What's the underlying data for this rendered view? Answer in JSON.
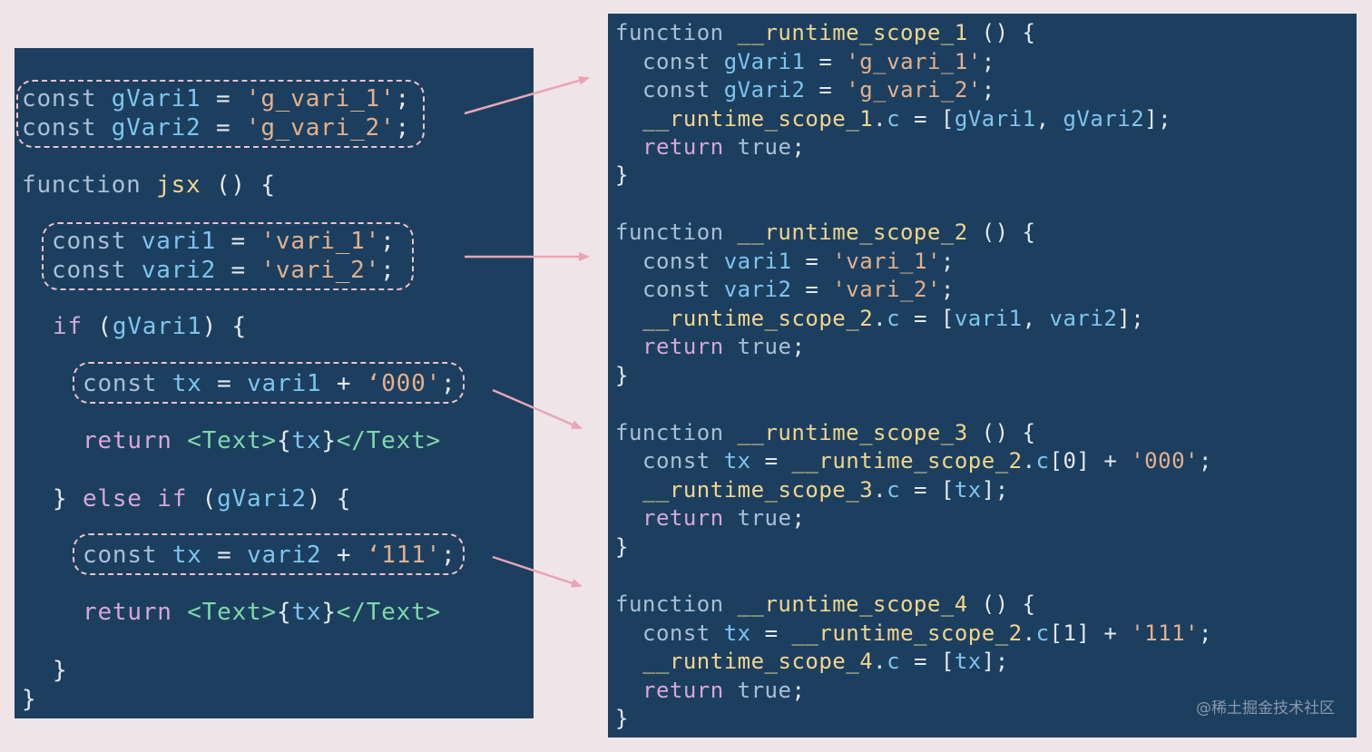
{
  "left": {
    "lines": [
      "const gVari1 = 'g_vari_1';",
      "const gVari2 = 'g_vari_2';",
      "function jsx () {",
      "const vari1 = 'vari_1';",
      "const vari2 = 'vari_2';",
      "if (gVari1) {",
      "const tx = vari1 + ‘000';",
      "return <Text>{tx}</Text>",
      "} else if (gVari2) {",
      "const tx = vari2 + ‘111';",
      "return <Text>{tx}</Text>",
      "}",
      "}"
    ]
  },
  "right": {
    "blocks": [
      {
        "lines": [
          "function __runtime_scope_1 () {",
          "const gVari1 = 'g_vari_1';",
          "const gVari2 = 'g_vari_2';",
          "__runtime_scope_1.c = [gVari1, gVari2];",
          "return true;",
          "}"
        ]
      },
      {
        "lines": [
          "function __runtime_scope_2 () {",
          "const vari1 = 'vari_1';",
          "const vari2 = 'vari_2';",
          "__runtime_scope_2.c = [vari1, vari2];",
          "return true;",
          "}"
        ]
      },
      {
        "lines": [
          "function __runtime_scope_3 () {",
          "const tx = __runtime_scope_2.c[0] + '000';",
          "__runtime_scope_3.c = [tx];",
          "return true;",
          "}"
        ]
      },
      {
        "lines": [
          "function __runtime_scope_4 () {",
          "const tx = __runtime_scope_2.c[1] + '111';",
          "__runtime_scope_4.c = [tx];",
          "return true;",
          "}"
        ]
      }
    ]
  },
  "watermark": "@稀土掘金技术社区",
  "colors": {
    "panel": "#1c3f60",
    "background": "#efe5e8",
    "arrow": "#e9a5b4",
    "dashed_outline": "#f0c0c8"
  }
}
